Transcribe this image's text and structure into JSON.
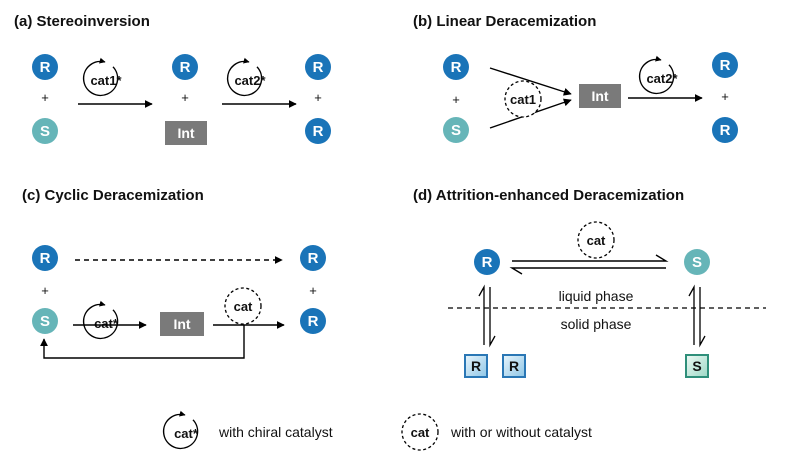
{
  "colors": {
    "R": "#1a74b8",
    "S": "#66b5b8",
    "int_box": "#7a7a7a",
    "line": "#000000",
    "square_R_fill": "#bfe1f1",
    "square_R_stroke": "#2a77b5",
    "square_S_fill": "#c9ece2",
    "square_S_stroke": "#2f8f7a"
  },
  "panels": {
    "a": {
      "title": "(a) Stereoinversion"
    },
    "b": {
      "title": "(b) Linear Deracemization"
    },
    "c": {
      "title": "(c) Cyclic Deracemization"
    },
    "d": {
      "title": "(d) Attrition-enhanced Deracemization"
    }
  },
  "labels": {
    "R": "R",
    "S": "S",
    "plus": "+",
    "int": "Int",
    "cat": "cat",
    "cat_chiral": "cat*",
    "cat1_chiral": "cat1*",
    "cat2_chiral": "cat2*",
    "cat1": "cat1",
    "liquid_phase": "liquid phase",
    "solid_phase": "solid phase"
  },
  "legend": {
    "chiral_icon": "cat*",
    "chiral_text": "with chiral catalyst",
    "optional_icon": "cat",
    "optional_text": "with or without catalyst"
  }
}
